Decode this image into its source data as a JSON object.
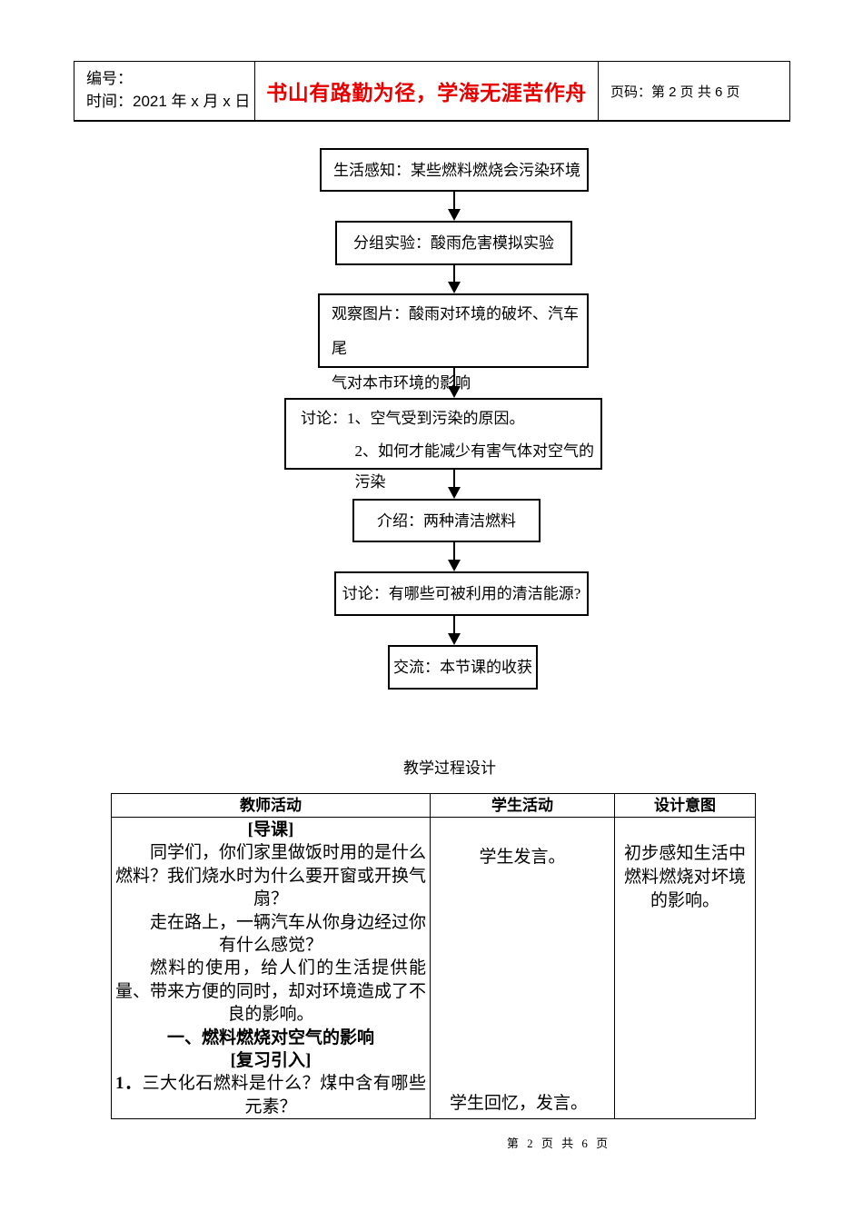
{
  "header": {
    "number_label": "编号：",
    "date_label": "时间：2021 年 x 月 x 日",
    "motto": "书山有路勤为径，学海无涯苦作舟",
    "motto_color": "#e60000",
    "page_label": "页码：第 2 页 共 6 页"
  },
  "flowchart": {
    "box1": "生活感知：某些燃料燃烧会污染环境",
    "box2": "分组实验：酸雨危害模拟实验",
    "box3_line1": "观察图片：酸雨对环境的破坏、汽车尾",
    "box3_line2": "气对本市环境的影响",
    "box4_line1": "讨论：1、空气受到污染的原因。",
    "box4_line2": "2、如何才能减少有害气体对空气的污染",
    "box5": "介绍：两种清洁燃料",
    "box6": "讨论：有哪些可被利用的清洁能源?",
    "box7": "交流：本节课的收获"
  },
  "section_title": "教学过程设计",
  "table": {
    "headers": {
      "teacher": "教师活动",
      "student": "学生活动",
      "intent": "设计意图"
    },
    "teacher": {
      "p1": "[导课]",
      "p2": "同学们，你们家里做饭时用的是什么燃料？我们烧水时为什么要开窗或开换气扇？",
      "p3": "走在路上，一辆汽车从你身边经过你有什么感觉？",
      "p4": "燃料的使用，给人们的生活提供能量、带来方便的同时，却对环境造成了不良的影响。",
      "p5": "一、燃料燃烧对空气的影响",
      "p6": "[复习引入]",
      "p7_num": "1．",
      "p7_text": "三大化石燃料是什么？煤中含有哪些元素？"
    },
    "student": {
      "top": "学生发言。",
      "bottom": "学生回忆，发言。"
    },
    "intent": "初步感知生活中燃料燃烧对坏境的影响。"
  },
  "footer": {
    "page_text": "第 2 页 共 6 页"
  }
}
